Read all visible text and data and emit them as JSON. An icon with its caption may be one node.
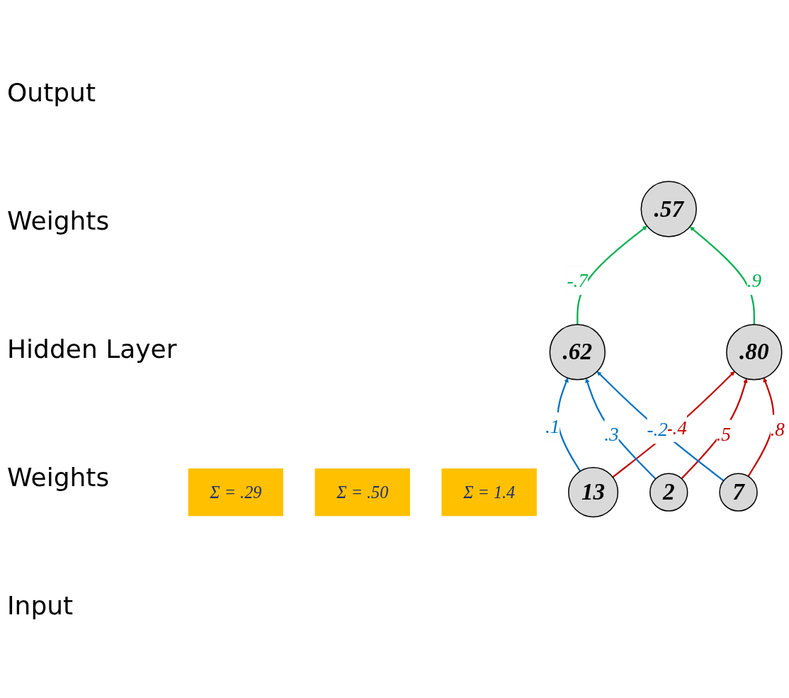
{
  "diagram": {
    "nodes": [
      {
        "text": [
          ".57"
        ]
      },
      {
        "text": [
          "Σ = .29"
        ]
      },
      {
        "text": [
          ".62"
        ]
      },
      {
        "text": [
          ".80"
        ]
      },
      {
        "text": [
          "Σ = .50"
        ]
      },
      {
        "text": [
          "Σ = 1.4"
        ]
      },
      {
        "text": [
          "13"
        ]
      },
      {
        "text": [
          "2"
        ]
      },
      {
        "text": [
          "7"
        ]
      }
    ],
    "edges": [
      {
        "from": 2,
        "to": 0,
        "arrow": "to",
        "label": "-.7",
        "color": "#00b050"
      },
      {
        "from": 3,
        "to": 0,
        "arrow": "to",
        "label": ".9",
        "color": "#00b050"
      },
      {
        "from": 6,
        "to": 2,
        "arrow": "to",
        "label": ".1",
        "color": "#0070c0"
      },
      {
        "from": 6,
        "to": 3,
        "arrow": "to",
        "label": "-.4",
        "color": "#c00000"
      },
      {
        "from": 7,
        "to": 2,
        "arrow": "to",
        "label": ".3",
        "color": "#0070c0"
      },
      {
        "from": 7,
        "to": 3,
        "arrow": "to",
        "label": ".5",
        "color": "#c00000"
      },
      {
        "from": 8,
        "to": 2,
        "arrow": "to",
        "label": "-.2",
        "color": "#0070c0"
      },
      {
        "from": 8,
        "to": 3,
        "arrow": "to",
        "label": ".8",
        "color": "#c00000"
      }
    ],
    "labels": [
      "Output",
      "Weights",
      "Hidden Layer",
      "Weights",
      "Input"
    ]
  }
}
